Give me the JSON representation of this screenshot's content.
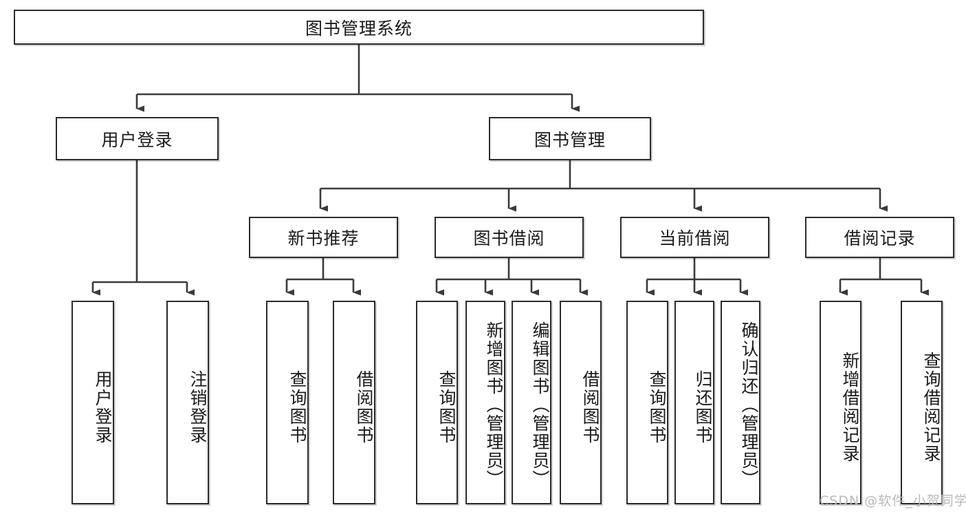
{
  "diagram": {
    "type": "tree-hierarchy",
    "title": "图书管理系统",
    "root": {
      "label": "图书管理系统"
    },
    "level1": [
      {
        "label": "用户登录"
      },
      {
        "label": "图书管理"
      }
    ],
    "level2": [
      {
        "label": "新书推荐"
      },
      {
        "label": "图书借阅"
      },
      {
        "label": "当前借阅"
      },
      {
        "label": "借阅记录"
      }
    ],
    "leaves": {
      "user_login": [
        {
          "label": "用户登录"
        },
        {
          "label": "注销登录"
        }
      ],
      "new_book_recommend": [
        {
          "label": "查询图书"
        },
        {
          "label": "借阅图书"
        }
      ],
      "book_borrow": [
        {
          "label": "查询图书"
        },
        {
          "label": "新增图书（管理员）"
        },
        {
          "label": "编辑图书（管理员）"
        },
        {
          "label": "借阅图书"
        }
      ],
      "current_borrow": [
        {
          "label": "查询图书"
        },
        {
          "label": "归还图书"
        },
        {
          "label": "确认归还（管理员）"
        }
      ],
      "borrow_record": [
        {
          "label": "新增借阅记录"
        },
        {
          "label": "查询借阅记录"
        }
      ]
    }
  },
  "watermark": {
    "text": "CSDN @软件_小贺同学"
  },
  "colors": {
    "background": "#ffffff",
    "box_border": "#2b2b2b",
    "connector": "#3a3a3a",
    "text": "#1a1a1a",
    "watermark": "#b9b9b9"
  }
}
